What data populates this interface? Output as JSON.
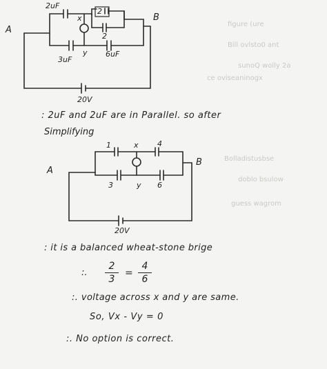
{
  "circuit1": {
    "node_a": "A",
    "node_b": "B",
    "cap_top": "2uF",
    "cap_inner_top": "2",
    "cap_inner_bottom": "2",
    "cap_bottom_left": "3uF",
    "cap_bottom_right": "6uF",
    "node_x": "x",
    "node_y": "y",
    "battery": "20V"
  },
  "line1": ":  2uF and 2uF are in Parallel. so after",
  "line2": "Simplifying",
  "circuit2": {
    "node_a": "A",
    "node_b": "B",
    "cap_top_left": "1",
    "cap_top_right": "4",
    "node_x": "x",
    "node_y": "y",
    "cap_bottom_left": "3",
    "cap_bottom_right": "6",
    "battery": "20V"
  },
  "line3": ":  it is a balanced wheat-stone brige",
  "ratio": {
    "prefix": ":.",
    "left_num": "2",
    "left_den": "3",
    "equals": "=",
    "right_num": "4",
    "right_den": "6"
  },
  "line4": ":.  voltage across x and y are same.",
  "line5": "So,   Vx - Vy  = 0",
  "line6": ":.  No option is correct.",
  "bleed_through": [
    "figure (ure",
    "Bill ovlsto0 ant",
    "sunoQ wolly 2a",
    "ce oviseaninogx",
    "Bolladistusbse",
    "doblo bsulow",
    "guess wagrom"
  ]
}
